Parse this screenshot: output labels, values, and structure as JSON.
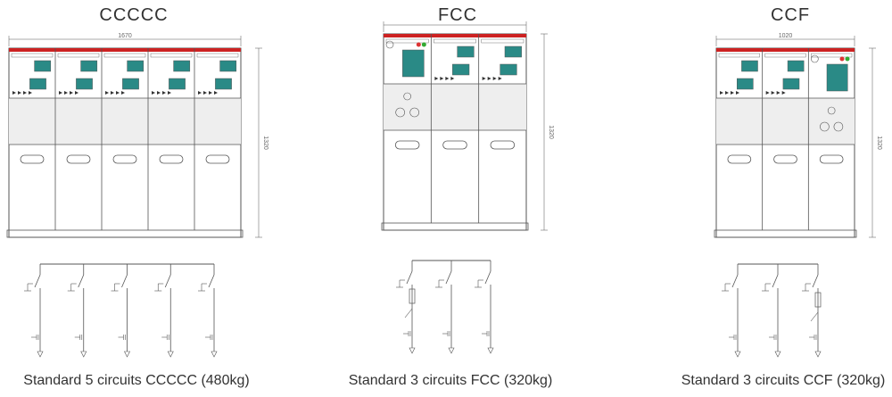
{
  "units": [
    {
      "id": "ccccc",
      "title": "CCCCC",
      "caption": "Standard 5 circuits CCCCC (480kg)",
      "width_dim": "1670",
      "height_dim": "1320",
      "modules": [
        "C",
        "C",
        "C",
        "C",
        "C"
      ]
    },
    {
      "id": "fcc",
      "title": "FCC",
      "caption": "Standard 3 circuits FCC (320kg)",
      "width_dim": "",
      "height_dim": "1320",
      "modules": [
        "F",
        "C",
        "C"
      ]
    },
    {
      "id": "ccf",
      "title": "CCF",
      "caption": "Standard 3 circuits CCF (320kg)",
      "width_dim": "1020",
      "height_dim": "1320",
      "modules": [
        "C",
        "C",
        "F"
      ]
    }
  ],
  "colors": {
    "line": "#555555",
    "panel_fill": "#ffffff",
    "middle_fill": "#eeeeee",
    "busbar_red": "#cc2222",
    "indicator_teal": "#2a8a86",
    "lamp_green": "#33aa33",
    "lamp_red": "#dd3333"
  }
}
